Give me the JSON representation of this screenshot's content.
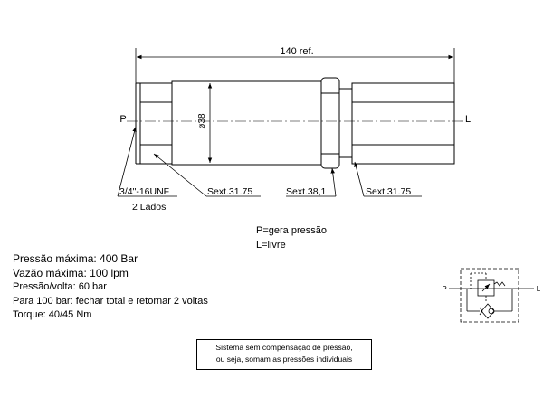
{
  "drawing": {
    "overall_dimension": "140 ref.",
    "port_left": "P",
    "port_right": "L",
    "diameter": "ø38",
    "thread": "3/4\"-16UNF",
    "thread_sides": "2 Lados",
    "hex_left": "Sext.31.75",
    "hex_nut": "Sext.38,1",
    "hex_right": "Sext.31.75"
  },
  "legend": {
    "p_meaning": "P=gera pressão",
    "l_meaning": "L=livre"
  },
  "specs": {
    "max_pressure": "Pressão máxima: 400 Bar",
    "max_flow": "Vazão máxima: 100 lpm",
    "pressure_per_turn": "Pressão/volta: 60 bar",
    "setting_instruction": "Para 100 bar: fechar total e retornar 2 voltas",
    "torque": "Torque: 40/45 Nm"
  },
  "note": {
    "line1": "Sistema sem compensação de pressão,",
    "line2": "ou seja, somam as pressões individuais"
  },
  "symbol": {
    "port_left": "P",
    "port_right": "L"
  }
}
